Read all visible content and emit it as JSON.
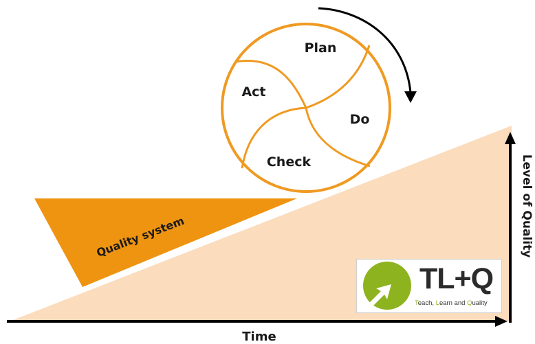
{
  "cycle": {
    "labels": [
      "Plan",
      "Do",
      "Check",
      "Act"
    ],
    "direction": "clockwise"
  },
  "wedge_label": "Quality system",
  "axes": {
    "x_label": "Time",
    "y_label": "Level of Quality"
  },
  "logo": {
    "title": "TL+Q",
    "tag_parts": [
      {
        "text": "T",
        "highlight": true
      },
      {
        "text": "each, ",
        "highlight": false
      },
      {
        "text": "L",
        "highlight": true
      },
      {
        "text": "earn and ",
        "highlight": false
      },
      {
        "text": "Q",
        "highlight": true
      },
      {
        "text": "uality",
        "highlight": false
      }
    ]
  },
  "colors": {
    "ramp": "#fbdcbd",
    "wedge": "#ef9410",
    "circle": "#ef9a22",
    "axis": "#000000",
    "logo_green": "#8db31e"
  }
}
